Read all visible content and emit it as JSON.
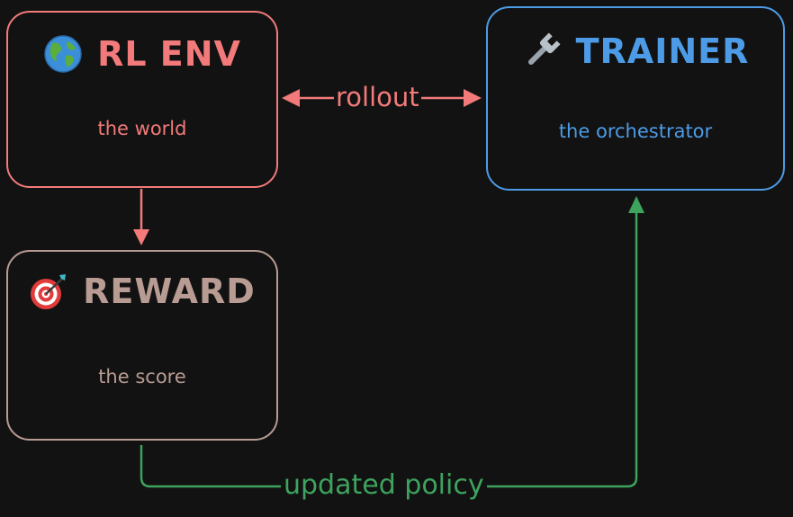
{
  "nodes": {
    "rl_env": {
      "title": "RL ENV",
      "subtitle": "the world",
      "icon": "globe-icon",
      "color": "#f27a7a"
    },
    "trainer": {
      "title": "TRAINER",
      "subtitle": "the orchestrator",
      "icon": "wrench-icon",
      "color": "#4d9be6"
    },
    "reward": {
      "title": "REWARD",
      "subtitle": "the score",
      "icon": "target-icon",
      "color": "#b89c93"
    }
  },
  "edges": {
    "rollout": {
      "label": "rollout",
      "color": "#f27a7a"
    },
    "env_to_reward": {
      "label": "",
      "color": "#f27a7a"
    },
    "updated_policy": {
      "label": "updated policy",
      "color": "#3da35d"
    }
  },
  "colors": {
    "background": "#121212"
  }
}
